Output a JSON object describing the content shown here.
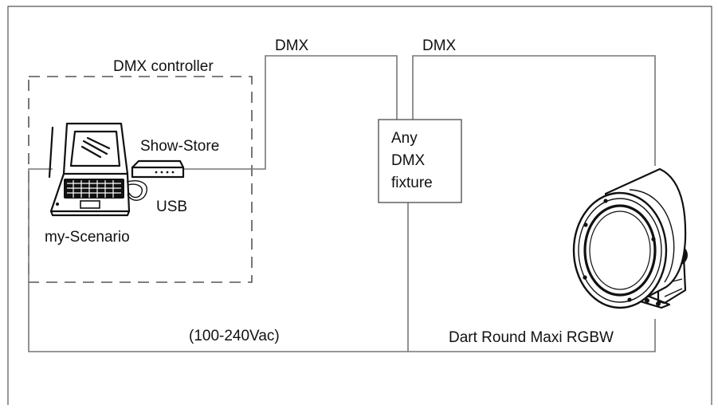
{
  "labels": {
    "dmx_controller": "DMX controller",
    "dmx_left": "DMX",
    "dmx_right": "DMX",
    "show_store": "Show-Store",
    "usb": "USB",
    "my_scenario": "my-Scenario",
    "fixture_line1": "Any",
    "fixture_line2": "DMX",
    "fixture_line3": "fixture",
    "power": "(100-240Vac)",
    "dart": "Dart Round Maxi RGBW"
  },
  "colors": {
    "wire": "#777777",
    "ink": "#111111",
    "background": "#ffffff"
  },
  "icons": [
    "laptop-icon",
    "show-store-box-icon",
    "usb-cable-icon",
    "dart-round-maxi-fixture-icon"
  ]
}
